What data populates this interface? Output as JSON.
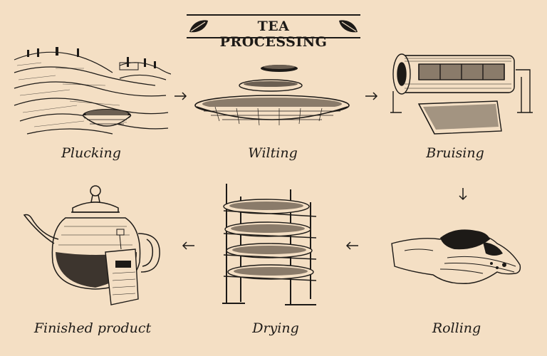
{
  "title": "TEA PROCESSING",
  "steps": [
    {
      "label": "Plucking"
    },
    {
      "label": "Wilting"
    },
    {
      "label": "Bruising"
    },
    {
      "label": "Rolling"
    },
    {
      "label": "Drying"
    },
    {
      "label": "Finished product"
    }
  ]
}
